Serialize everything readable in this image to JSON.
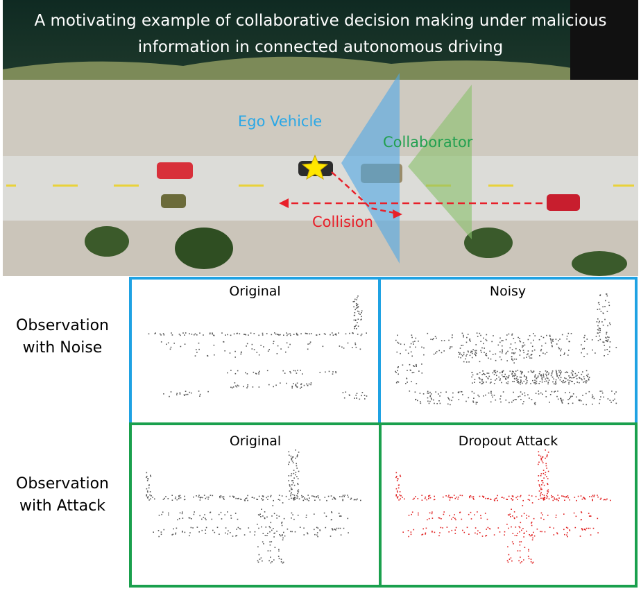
{
  "title": {
    "line1": "A motivating example of collaborative decision making under malicious",
    "line2": "information in connected autonomous driving"
  },
  "scene": {
    "ego_label": "Ego Vehicle",
    "collaborator_label": "Collaborator",
    "collision_label": "Collision",
    "colors": {
      "ego": "#2aa7e6",
      "collaborator": "#22a050",
      "collision": "#e8202a",
      "star": "#ffe600"
    }
  },
  "rows": {
    "noise_label": "Observation\nwith Noise",
    "attack_label": "Observation\nwith Attack"
  },
  "panels": {
    "noise_original_title": "Original",
    "noise_noisy_title": "Noisy",
    "attack_original_title": "Original",
    "attack_dropout_title": "Dropout Attack",
    "colors": {
      "noise_border": "#1fa2e3",
      "attack_border": "#1aa04d",
      "points": "#555555",
      "attack_points": "#e02020"
    }
  }
}
